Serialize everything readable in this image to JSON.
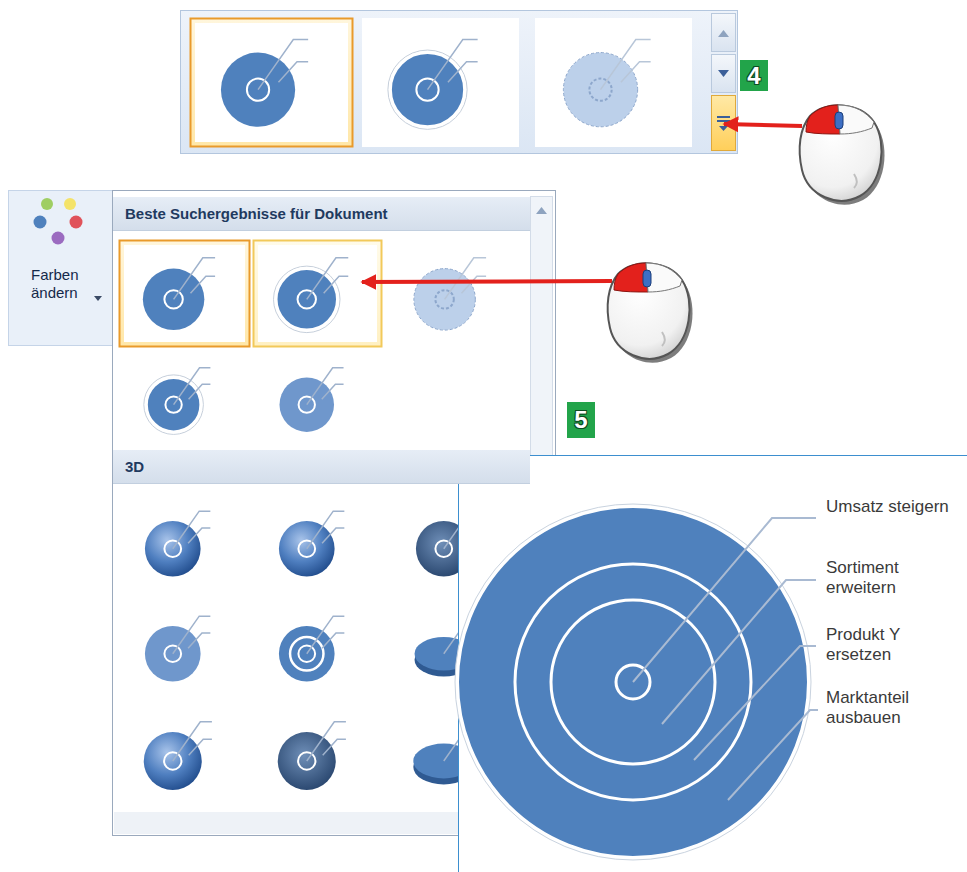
{
  "diagram": {
    "nodes": [
      {
        "text": [
          "4"
        ]
      },
      {
        "text": [
          "Farben ändern"
        ]
      },
      {
        "text": [
          "Beste Suchergebnisse für Dokument"
        ]
      },
      {
        "text": [
          "5"
        ]
      },
      {
        "text": [
          "3D"
        ]
      },
      {
        "text": [
          "Umsatz steigern",
          "Sortiment erweitern",
          "Produkt Y ersetzen",
          "Marktanteil ausbauen"
        ]
      }
    ]
  }
}
